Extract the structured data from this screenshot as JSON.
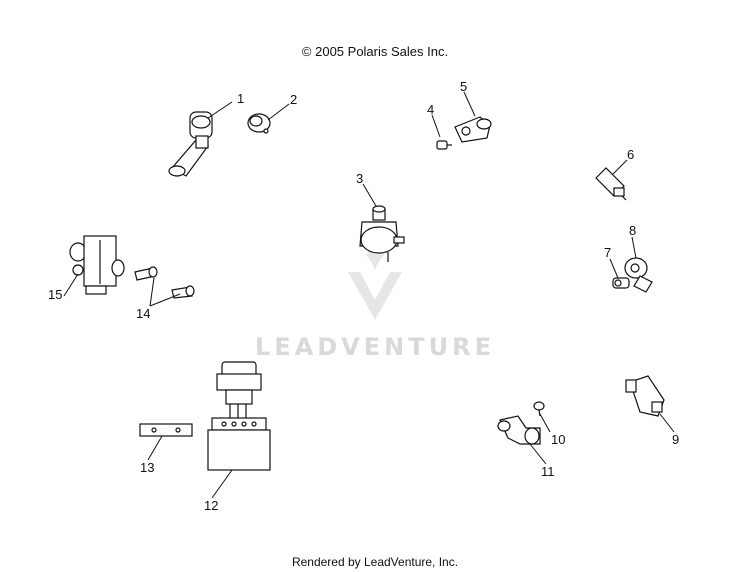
{
  "copyright": "© 2005 Polaris Sales Inc.",
  "footer": "Rendered by LeadVenture, Inc.",
  "watermark": {
    "text": "LEADVENTURE",
    "logo_color": "#e6e6e6"
  },
  "callouts": [
    {
      "label": "1"
    },
    {
      "label": "2"
    },
    {
      "label": "3"
    },
    {
      "label": "4"
    },
    {
      "label": "5"
    },
    {
      "label": "6"
    },
    {
      "label": "7"
    },
    {
      "label": "8"
    },
    {
      "label": "9"
    },
    {
      "label": "10"
    },
    {
      "label": "11"
    },
    {
      "label": "12"
    },
    {
      "label": "13"
    },
    {
      "label": "14"
    },
    {
      "label": "15"
    }
  ]
}
